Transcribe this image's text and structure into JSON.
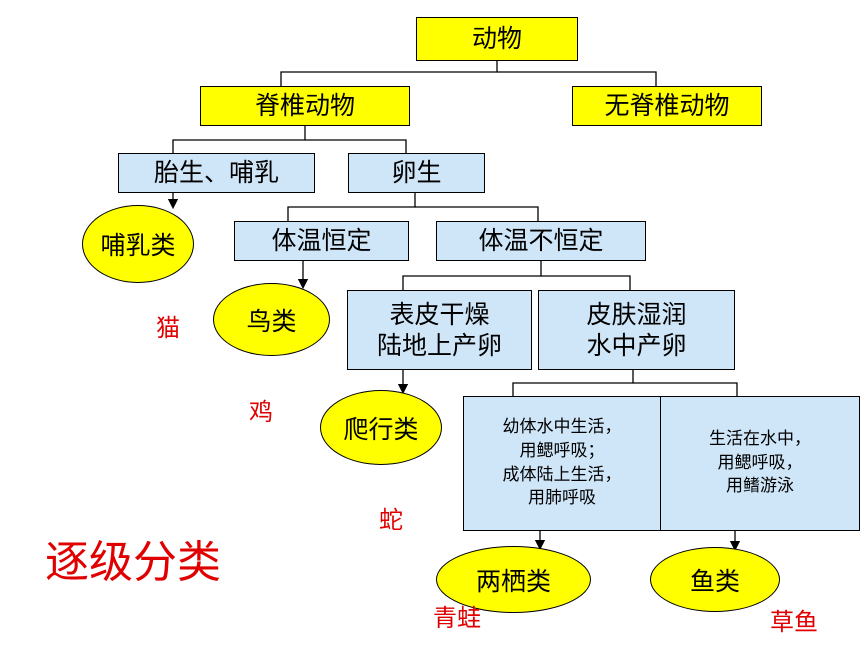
{
  "root": "动物",
  "vertebrates": "脊椎动物",
  "invertebrates": "无脊椎动物",
  "viviparous": "胎生、哺乳",
  "oviparous": "卵生",
  "mammals": "哺乳类",
  "constant_temp": "体温恒定",
  "variable_temp": "体温不恒定",
  "birds": "鸟类",
  "dry_skin": "表皮干燥\n陆地上产卵",
  "moist_skin": "皮肤湿润\n水中产卵",
  "reptiles": "爬行类",
  "amphibian_desc": "幼体水中生活，\n用鳃呼吸；\n成体陆上生活，\n用肺呼吸",
  "fish_desc": "生活在水中，\n用鳃呼吸，\n用鳍游泳",
  "amphibians": "两栖类",
  "fish": "鱼类",
  "examples": {
    "cat": "猫",
    "chicken": "鸡",
    "snake": "蛇",
    "frog": "青蛙",
    "grass_carp": "草鱼"
  },
  "slogan": "逐级分类",
  "colors": {
    "yellow": "#ffff00",
    "light_blue": "#cfe6f8",
    "example_red": "#e00000"
  }
}
